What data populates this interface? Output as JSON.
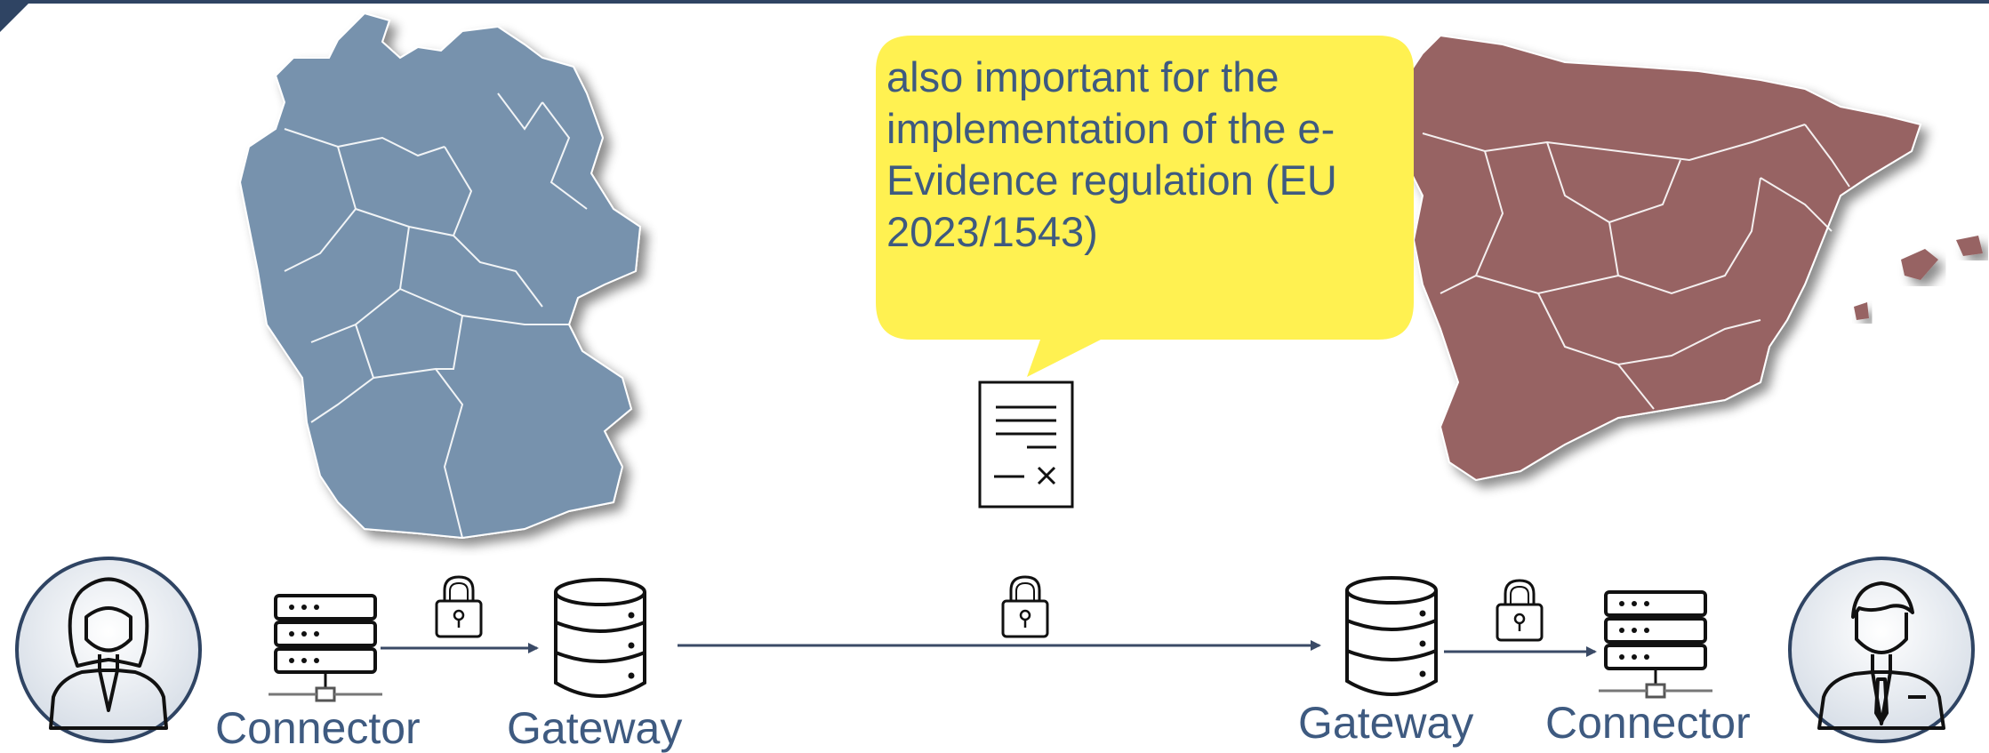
{
  "callout": {
    "lines": [
      "also important for the",
      "implementation of the e-",
      "Evidence regulation (EU",
      "2023/1543)"
    ]
  },
  "left": {
    "connector_label": "Connector",
    "gateway_label": "Gateway"
  },
  "right": {
    "connector_label": "Connector",
    "gateway_label": "Gateway"
  },
  "icons": {
    "left_user": "woman-user-icon",
    "right_user": "man-user-icon",
    "server": "server-rack-icon",
    "database": "database-icon",
    "lock": "padlock-icon",
    "document": "signed-document-icon"
  },
  "colors": {
    "germany": "#7792ad",
    "spain": "#976464",
    "callout": "#fff151",
    "text": "#3e5a80",
    "line": "#3a4a66"
  }
}
